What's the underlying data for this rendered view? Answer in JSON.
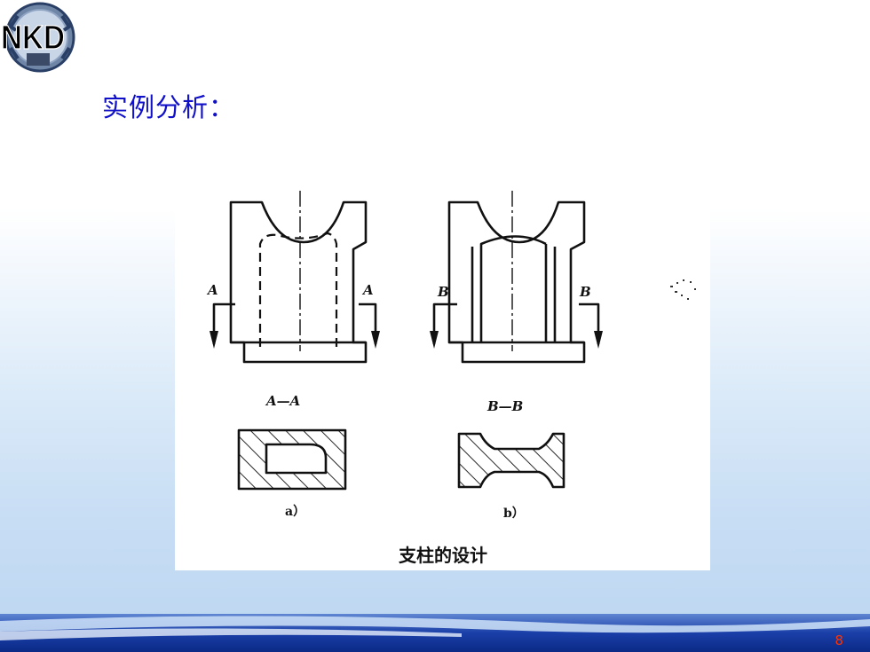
{
  "logo": {
    "text": "NKD"
  },
  "slide": {
    "title": "实例分析：",
    "page_number": "8"
  },
  "figure": {
    "label_a_left": "A",
    "label_a_right": "A",
    "label_b_left": "B",
    "label_b_right": "B",
    "section_a": "A—A",
    "section_b": "B—B",
    "sub_a": "a）",
    "sub_b": "b）",
    "caption": "支柱的设计"
  },
  "colors": {
    "title": "#1010c8",
    "page_number": "#ff3300",
    "footer_band": "#1a3fa8"
  }
}
